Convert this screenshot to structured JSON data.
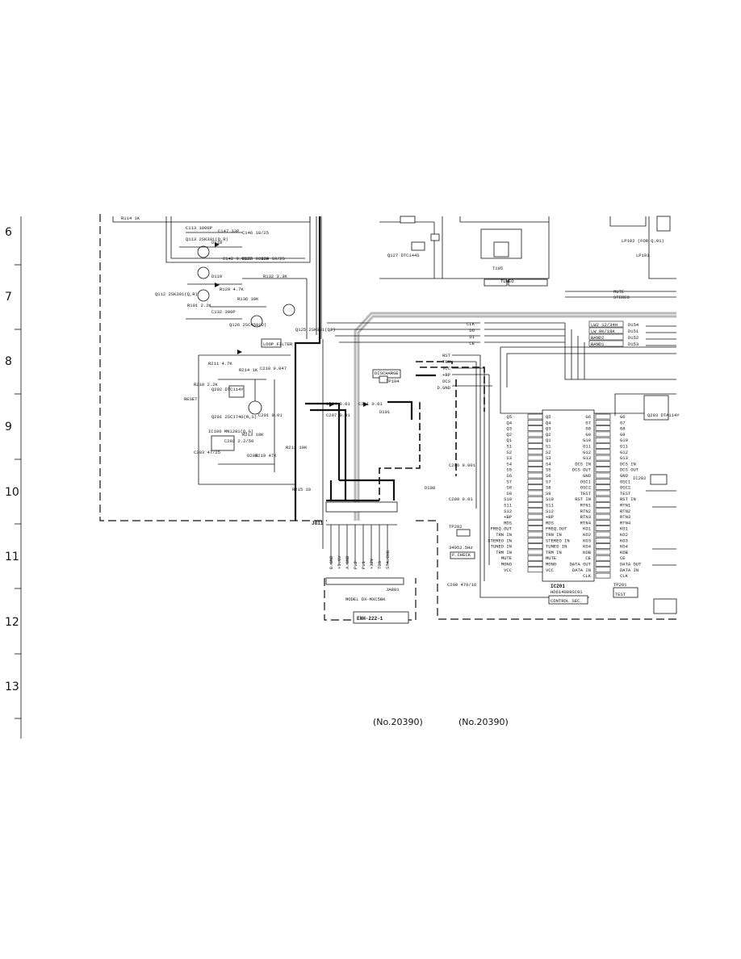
{
  "row_labels": [
    "6",
    "7",
    "8",
    "9",
    "10",
    "11",
    "12",
    "13"
  ],
  "footer": {
    "code_left": "(No.20390)",
    "code_right": "(No.20390)"
  },
  "model_box": {
    "model": "MODEL DX-MXC5BK",
    "connector": "JA801",
    "board_code": "ENH-222-1"
  },
  "connector_j811": {
    "name": "J811",
    "pins": [
      "D.GND",
      "+5.6V",
      "A.GND",
      "PL2",
      "PL1",
      "+12V",
      "TCS",
      "STA.CHG"
    ]
  },
  "ic201": {
    "ref": "IC201",
    "part": "HD614089SC91",
    "left_pins": [
      "Q5",
      "Q4",
      "Q3",
      "Q2",
      "Q1",
      "S1",
      "S2",
      "S3",
      "S4",
      "S5",
      "S6",
      "S7",
      "S8",
      "S9",
      "S10",
      "S11",
      "S12",
      "+BP",
      "RDS",
      "FREQ.OUT",
      "TRN IN",
      "STEREO IN",
      "TUNED IN",
      "TRM IN",
      "MUTE",
      "MONO",
      "VCC"
    ],
    "right_pins": [
      "G6",
      "G7",
      "G8",
      "G9",
      "G10",
      "G11",
      "G12",
      "G13",
      "DCS IN",
      "DCS OUT",
      "GND",
      "OSC1",
      "OSC2",
      "TEST",
      "RST IN",
      "RTN1",
      "RTN2",
      "RTN3",
      "RTN4",
      "KO1",
      "KO2",
      "KO3",
      "KO4",
      "KOB",
      "CE",
      "DATA OUT",
      "DATA IN",
      "CLK"
    ]
  },
  "bus_lines": [
    "RST",
    "TRM",
    "VCC",
    "+BP",
    "DCS",
    "D.GND"
  ],
  "bus_signals_top": [
    "CLK",
    "DO",
    "DI",
    "CE"
  ],
  "ctrl_right": [
    "MUTE",
    "STEREO"
  ],
  "band_lines": [
    "LW2 12/34H",
    "LW 9K/18K",
    "BAND2",
    "BAND1"
  ],
  "band_diodes": [
    "D154",
    "D151",
    "D152",
    "D153"
  ],
  "labels": {
    "loop_filter": "LOOP FILTER",
    "discharge": "DISCHARGE",
    "reset": "RESET",
    "tuned": "TUNED",
    "control_sec": "CONTROL SEC.",
    "f_check": "F.CHECK",
    "freq": "34952.5Hz",
    "test": "TEST",
    "lp102": "LP102 (FOR Q.01)",
    "lp101": "LP101",
    "tp202": "TP202",
    "tp104": "TP104",
    "tp201": "TP201",
    "ic106": "IC106 MN1281(Q,G)",
    "q202": "Q202 DTC114Y",
    "q201": "Q201 2SC1740(R,S)",
    "q203": "Q203 DTA114Y",
    "q127": "Q127 DTC144S",
    "q113": "Q113 2SK301(Q,R)",
    "q112": "Q112 2SK301(Q,R)",
    "q126": "Q126 2SC458(D)",
    "q125": "Q125 2SK301(Q2)",
    "t105": "T105",
    "ic202": "IC202",
    "c206": "C206 0.001",
    "c209": "C209 0.01",
    "c208": "C208 470/16"
  },
  "components_left": [
    "R114 1K",
    "C113 1000P",
    "C147 33P",
    "C146 10/25",
    "D118",
    "C142 0.0027",
    "C133 0.022",
    "C134 10/25",
    "R132 3.3K",
    "R129 4.7K",
    "D119",
    "R136 10K",
    "C132 390P",
    "R101 2.2K",
    "R211 4.7K",
    "R214 1K",
    "C210 0.047",
    "R210 2.2K",
    "C201 0.01",
    "R212 10K",
    "R213 10K",
    "C202 2.2/50",
    "C203 47/25",
    "D205",
    "R219 47K",
    "C207 0.01",
    "C204 0.01",
    "C211 0.01",
    "D191",
    "D198",
    "R215 10",
    "C231 0.01",
    "C232 470/16"
  ]
}
